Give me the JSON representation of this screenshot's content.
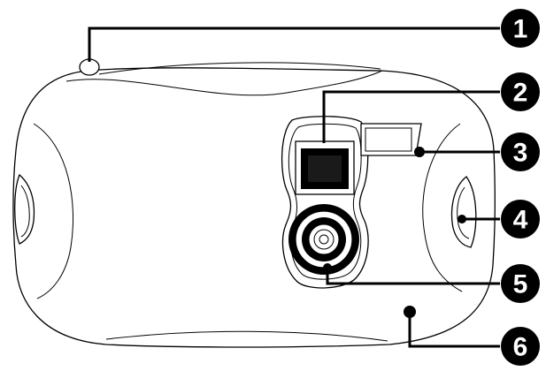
{
  "callouts": [
    {
      "number": "1",
      "part": "shutter-button"
    },
    {
      "number": "2",
      "part": "viewfinder"
    },
    {
      "number": "3",
      "part": "flash"
    },
    {
      "number": "4",
      "part": "strap-hook"
    },
    {
      "number": "5",
      "part": "lens"
    },
    {
      "number": "6",
      "part": "body"
    }
  ],
  "colors": {
    "line": "#000000",
    "fill": "#ffffff"
  }
}
